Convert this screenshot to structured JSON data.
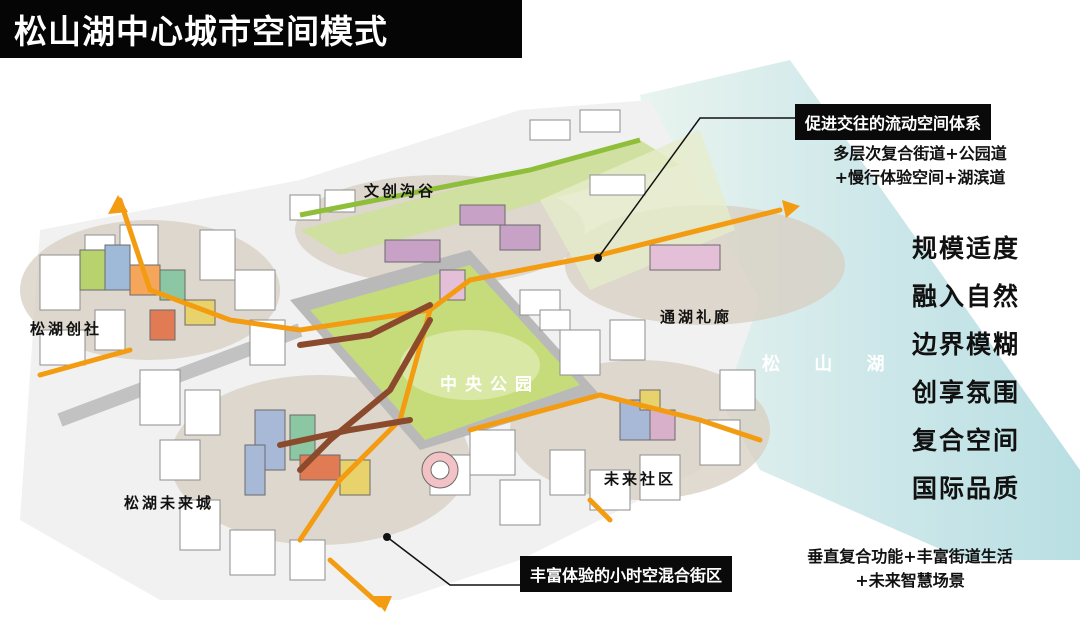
{
  "title": "松山湖中心城市空间模式",
  "districts": {
    "wenchuang": "文创沟谷",
    "songhu_chuangshe": "松湖创社",
    "tonghu_lilang": "通湖礼廊",
    "central_park": "中央公园",
    "songshan_lake": "松 山 湖",
    "future_community": "未来社区",
    "songhu_future_city": "松湖未来城"
  },
  "callouts": {
    "top_box": "促进交往的流动空间体系",
    "top_line1": "多层次复合街道+公园道",
    "top_line2": "+慢行体验空间+湖滨道",
    "bottom_box": "丰富体验的小时空混合街区",
    "bottom_line1": "垂直复合功能+丰富街道生活",
    "bottom_line2": "+未来智慧场景"
  },
  "principles": [
    "规模适度",
    "融入自然",
    "边界模糊",
    "创享氛围",
    "复合空间",
    "国际品质"
  ],
  "colors": {
    "lake": "#cfe8ea",
    "park": "#c6dc7a",
    "orange_route": "#f39c12",
    "brown_route": "#8b4a2c",
    "zone_shadow": "#d8d1c4"
  }
}
